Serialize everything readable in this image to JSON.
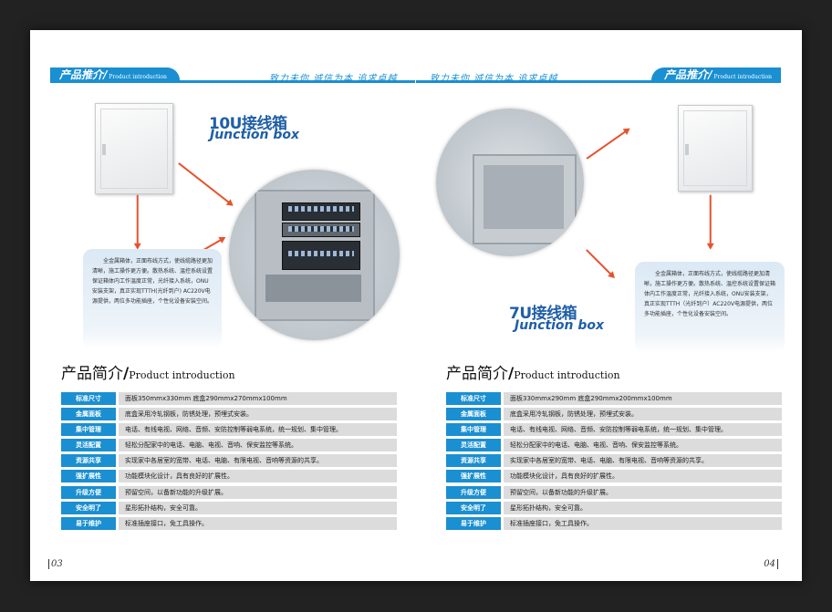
{
  "header": {
    "tab_cn": "产品推介/",
    "tab_en": "Product introduction",
    "slogan": "致力未你  诚信为本  追求卓越"
  },
  "left": {
    "product_cn": "10U接线箱",
    "product_en": "Junction box",
    "description": "全金属箱体，正面布线方式，使线缆路径更加清晰，施工操作更方便。散热系统、温控系统设置保证箱体内工作温度正常，光纤接入系统，ONU安装支架，真正实现TTTH(光纤到户) AC220V电源提供，两位多功能插座，个性化设备安装空间。",
    "section_cn": "产品简介",
    "section_slash": "/",
    "section_en": "Product introduction",
    "specs": [
      {
        "label": "标准尺寸",
        "value": "面板350mmx330mm   底盒290mmx270mmx100mm"
      },
      {
        "label": "金属面板",
        "value": "底盒采用冷轧钢板，防锈处理，预埋式安装。"
      },
      {
        "label": "集中管理",
        "value": "电话、有线电视、网络、音频、安防控制等弱电系统，统一规划、集中管理。"
      },
      {
        "label": "灵活配置",
        "value": "轻松分配家中的电话、电脑、电视、音响、保安监控等系统。"
      },
      {
        "label": "资源共享",
        "value": "实现家中各居室的宽带、电话、电脑、有限电视、音响等资源的共享。"
      },
      {
        "label": "强扩展性",
        "value": "功能模块化设计，具有良好的扩展性。"
      },
      {
        "label": "升级方便",
        "value": "预留空间，以备新功能的升级扩展。"
      },
      {
        "label": "安全明了",
        "value": "星形拓扑结构，安全可靠。"
      },
      {
        "label": "易于维护",
        "value": "标准插座接口，免工具操作。"
      }
    ],
    "page_number": "03"
  },
  "right": {
    "product_cn": "7U接线箱",
    "product_en": "Junction box",
    "description": "全金属箱体，正面布线方式，使线缆路径更加清晰，施工操作更方便。散热系统、温控系统设置保证箱体内工作温度正常，光纤接入系统，ONU安装支架，真正实现TTTH（光纤到户）AC220V电源提供，两位多功能插座，个性化设备安装空间。",
    "section_cn": "产品简介",
    "section_slash": "/",
    "section_en": "Product introduction",
    "specs": [
      {
        "label": "标准尺寸",
        "value": "面板330mmx290mm   底盒290mmx200mmx100mm"
      },
      {
        "label": "金属面板",
        "value": "底盒采用冷轧钢板，防锈处理，预埋式安装。"
      },
      {
        "label": "集中管理",
        "value": "电话、有线电视、网络、音频、安防控制等弱电系统，统一规划、集中管理。"
      },
      {
        "label": "灵活配置",
        "value": "轻松分配家中的电话、电脑、电视、音响、保安监控等系统。"
      },
      {
        "label": "资源共享",
        "value": "实现家中各居室的宽带、电话、电脑、有限电视、音响等资源的共享。"
      },
      {
        "label": "强扩展性",
        "value": "功能模块化设计，具有良好的扩展性。"
      },
      {
        "label": "升级方便",
        "value": "预留空间，以备新功能的升级扩展。"
      },
      {
        "label": "安全明了",
        "value": "星形拓扑结构，安全可靠。"
      },
      {
        "label": "易于维护",
        "value": "标准插座接口，免工具操作。"
      }
    ],
    "page_number": "04"
  },
  "colors": {
    "accent": "#1a8fd1",
    "title_blue": "#1f5fa8",
    "arrow": "#e5532c",
    "row_bg": "#dcdcdc"
  }
}
